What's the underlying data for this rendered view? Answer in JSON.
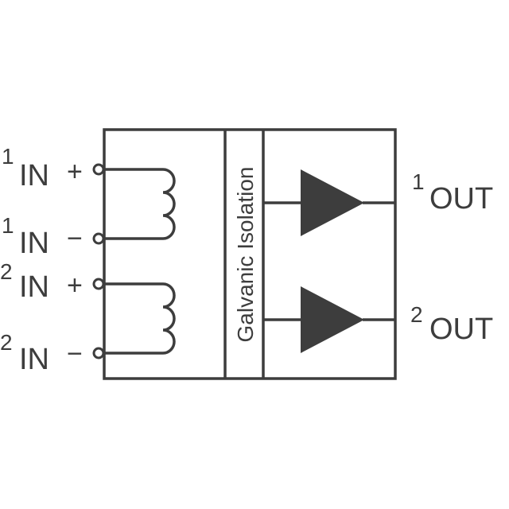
{
  "diagram": {
    "isolation_label": "Galvanic Isolation",
    "inputs": [
      {
        "number": "1",
        "sub": "IN",
        "sign": "+"
      },
      {
        "number": "1",
        "sub": "IN",
        "sign": "−"
      },
      {
        "number": "2",
        "sub": "IN",
        "sign": "+"
      },
      {
        "number": "2",
        "sub": "IN",
        "sign": "−"
      }
    ],
    "outputs": [
      {
        "number": "1",
        "sub": "OUT"
      },
      {
        "number": "2",
        "sub": "OUT"
      }
    ],
    "colors": {
      "stroke": "#3d3d3d",
      "background": "#ffffff"
    }
  }
}
